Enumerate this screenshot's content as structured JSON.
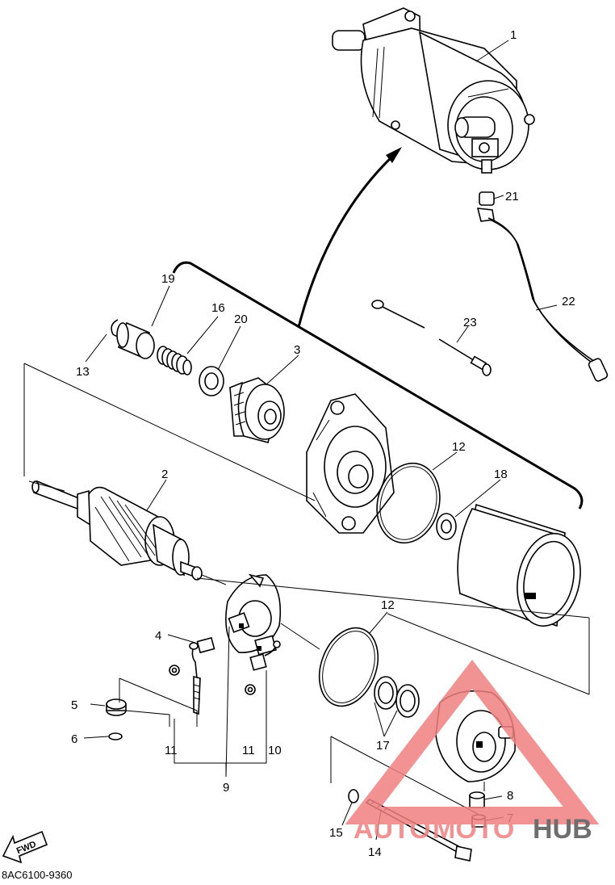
{
  "diagram_code": "8AC6100-9360",
  "fwd_label": "FWD",
  "watermark": {
    "part1": "AUTO",
    "part2": "MOTO",
    "part3": "HUB",
    "red": "#f08080",
    "dark": "#555555"
  },
  "callouts": {
    "c1": "1",
    "c2": "2",
    "c3": "3",
    "c4": "4",
    "c5": "5",
    "c6": "6",
    "c7": "7",
    "c8": "8",
    "c9": "9",
    "c10": "10",
    "c11a": "11",
    "c11b": "11",
    "c12a": "12",
    "c12b": "12",
    "c13": "13",
    "c14": "14",
    "c15": "15",
    "c16": "16",
    "c17": "17",
    "c18": "18",
    "c19": "19",
    "c20": "20",
    "c21": "21",
    "c22": "22",
    "c23": "23"
  }
}
